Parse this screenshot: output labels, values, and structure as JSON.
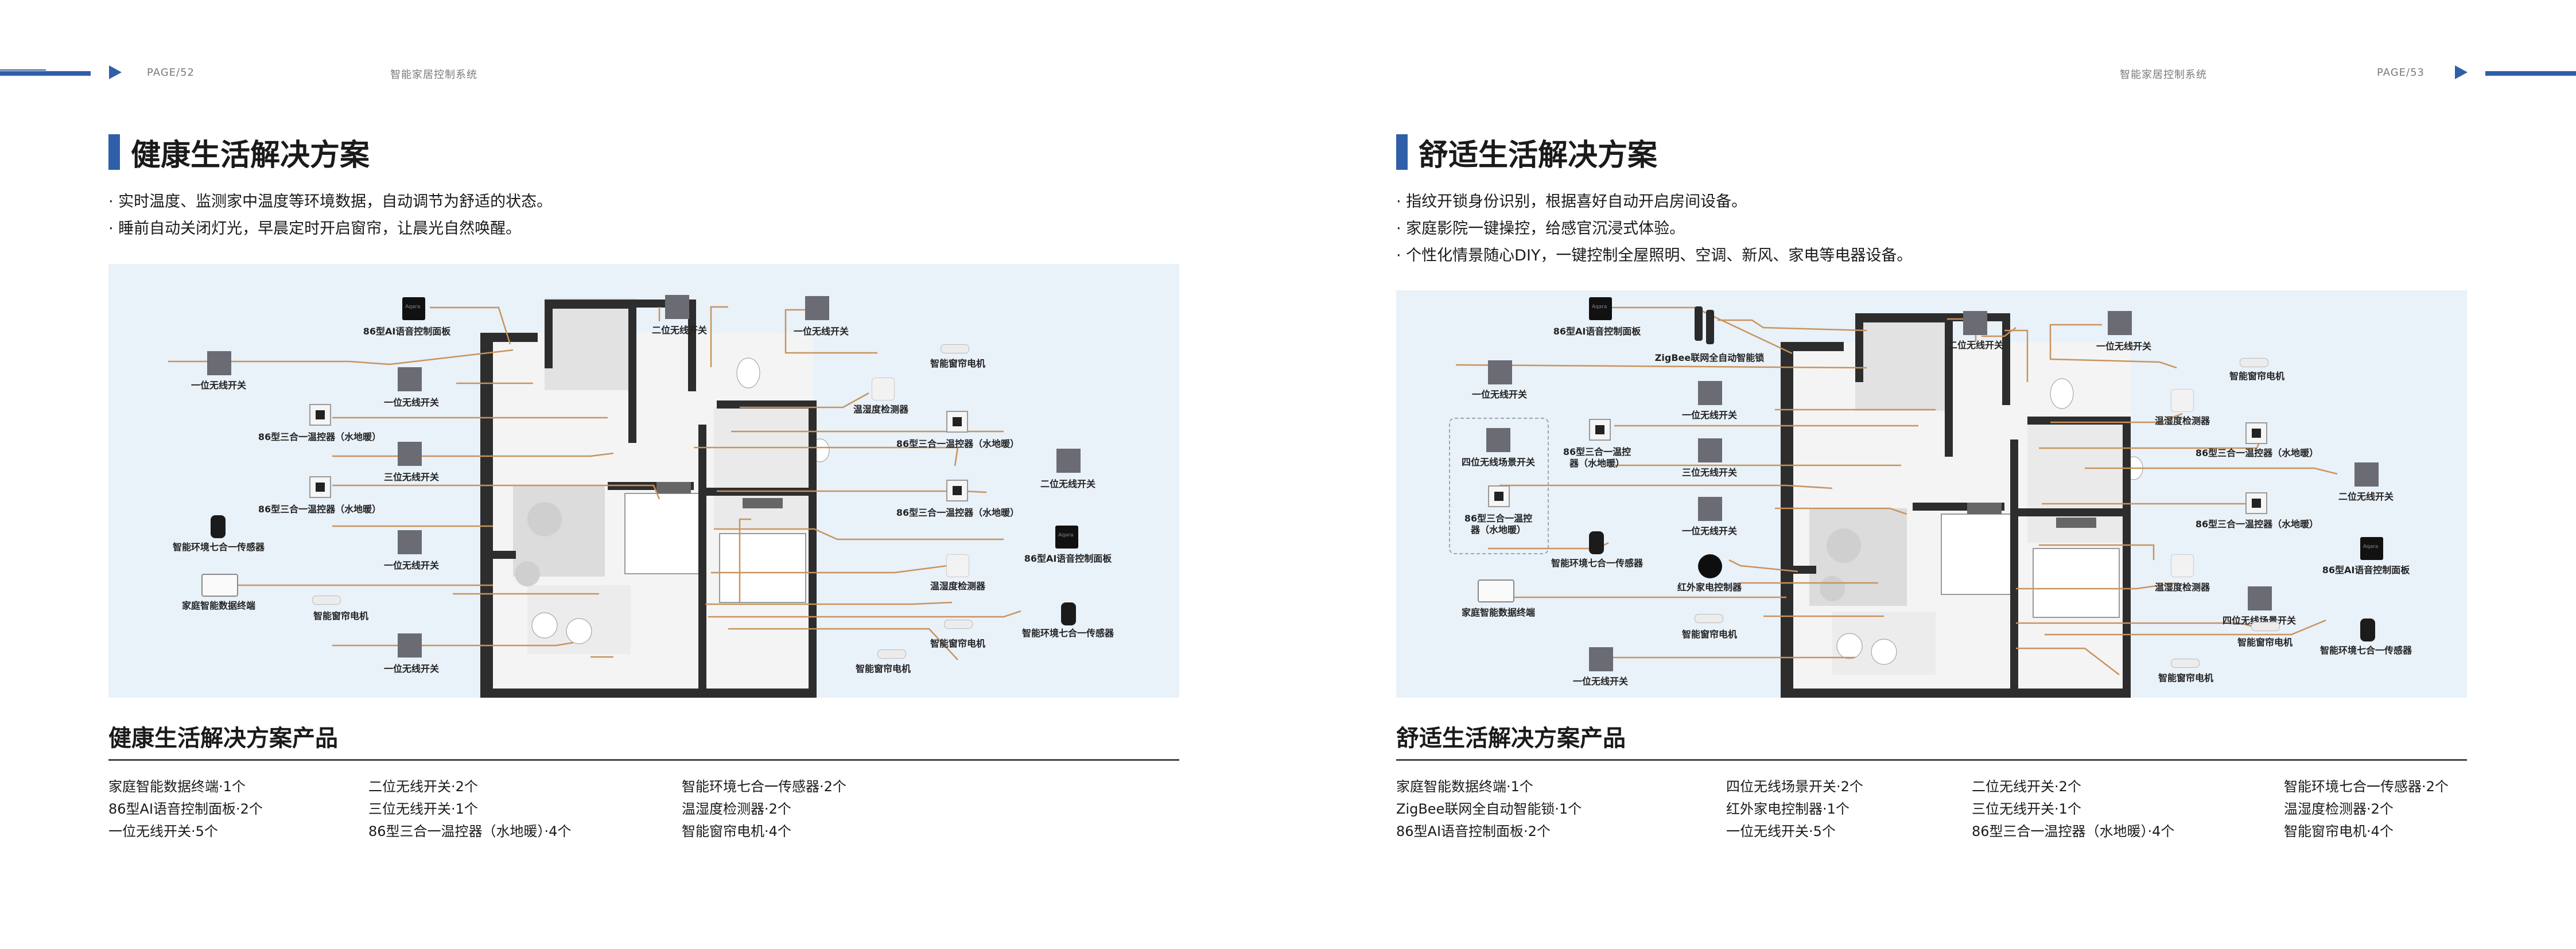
{
  "left_page": {
    "page_number": "PAGE/52",
    "section_label": "智能家居控制系统",
    "title": "健康生活解决方案",
    "bullets": [
      "· 实时温度、监测家中温度等环境数据，自动调节为舒适的状态。",
      "· 睡前自动关闭灯光，早晨定时开启窗帘，让晨光自然唤醒。"
    ],
    "diagram_labels": {
      "panel_a": "86型AI语音控制面板",
      "switch2_top": "二位无线开关",
      "switch1_top": "一位无线开关",
      "motor_top": "智能窗帘电机",
      "switch1_left": "一位无线开关",
      "switch1_left2": "一位无线开关",
      "th_sensor_r": "温湿度检测器",
      "ctrl_a": "86型三合一温控器（水地暖）",
      "ctrl_r1": "86型三合一温控器（水地暖）",
      "switch3": "三位无线开关",
      "switch2_r": "二位无线开关",
      "ctrl_b": "86型三合一温控器（水地暖）",
      "ctrl_r2": "86型三合一温控器（水地暖）",
      "env7_l": "智能环境七合一传感器",
      "panel_r": "86型AI语音控制面板",
      "switch1_l3": "一位无线开关",
      "th_sensor_r2": "温湿度检测器",
      "hub": "家庭智能数据终端",
      "motor_l": "智能窗帘电机",
      "motor_r": "智能窗帘电机",
      "env7_r": "智能环境七合一传感器",
      "switch1_bottom": "一位无线开关",
      "motor_bottom": "智能窗帘电机"
    },
    "product_title": "健康生活解决方案产品",
    "products": [
      [
        "家庭智能数据终端·1个",
        "86型AI语音控制面板·2个",
        "一位无线开关·5个"
      ],
      [
        "二位无线开关·2个",
        "三位无线开关·1个",
        "86型三合一温控器（水地暖）·4个"
      ],
      [
        "智能环境七合一传感器·2个",
        "温湿度检测器·2个",
        "智能窗帘电机·4个"
      ]
    ]
  },
  "right_page": {
    "page_number": "PAGE/53",
    "section_label": "智能家居控制系统",
    "title": "舒适生活解决方案",
    "bullets": [
      "· 指纹开锁身份识别，根据喜好自动开启房间设备。",
      "· 家庭影院一键操控，给感官沉浸式体验。",
      "· 个性化情景随心DIY，一键控制全屋照明、空调、新风、家电等电器设备。"
    ],
    "diagram_labels": {
      "panel_a": "86型AI语音控制面板",
      "lock": "ZigBee联网全自动智能锁",
      "switch2_top": "二位无线开关",
      "switch1_top": "一位无线开关",
      "motor_top": "智能窗帘电机",
      "switch1_l": "一位无线开关",
      "switch1_l2": "一位无线开关",
      "th_sensor": "温湿度检测器",
      "scene4": "四位无线场景开关",
      "ctrl_l": "86型三合一温控器（水地暖）",
      "switch3": "三位无线开关",
      "ctrl_r1": "86型三合一温控器（水地暖）",
      "switch2_r": "二位无线开关",
      "ctrl_box": "86型三合一温控器（水地暖）",
      "switch1_l3": "一位无线开关",
      "ctrl_r2": "86型三合一温控器（水地暖）",
      "env7_l": "智能环境七合一传感器",
      "panel_r": "86型AI语音控制面板",
      "ir": "红外家电控制器",
      "th_sensor2": "温湿度检测器",
      "scene4_r": "四位无线场景开关",
      "hub": "家庭智能数据终端",
      "motor_l": "智能窗帘电机",
      "motor_r": "智能窗帘电机",
      "env7_r": "智能环境七合一传感器",
      "switch1_bottom": "一位无线开关",
      "motor_bottom": "智能窗帘电机"
    },
    "product_title": "舒适生活解决方案产品",
    "products": [
      [
        "家庭智能数据终端·1个",
        "ZigBee联网全自动智能锁·1个",
        "86型AI语音控制面板·2个"
      ],
      [
        "四位无线场景开关·2个",
        "红外家电控制器·1个",
        "一位无线开关·5个"
      ],
      [
        "二位无线开关·2个",
        "三位无线开关·1个",
        "86型三合一温控器（水地暖）·4个"
      ],
      [
        "智能环境七合一传感器·2个",
        "温湿度检测器·2个",
        "智能窗帘电机·4个"
      ]
    ]
  },
  "colors": {
    "accent": "#2f5fa8",
    "panel_bg": "#e9f1f9",
    "leader_line": "#c8935d"
  },
  "icons": [
    "play-triangle-icon",
    "switch-icon",
    "voice-panel-icon",
    "thermostat-icon",
    "sensor-icon",
    "curtain-motor-icon",
    "hub-icon",
    "smart-lock-icon",
    "ir-controller-icon"
  ]
}
